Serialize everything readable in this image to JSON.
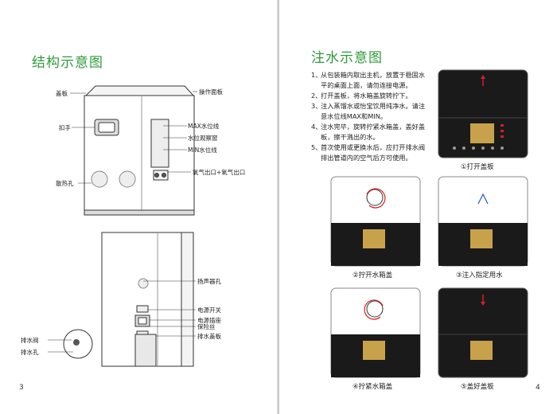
{
  "left_page": {
    "title": "结构示意图",
    "page_number": "3",
    "labels": {
      "lid": "盖板",
      "control_panel_cover": "操作面板",
      "handle": "扣手",
      "max_line": "MAX水位线",
      "window": "水位观察窗",
      "min_line": "MIN水位线",
      "outlet": "氧气出口+氧气出口",
      "vent": "散热孔",
      "speaker": "扬声器孔",
      "power_switch": "电源开关",
      "power_socket": "电源插座",
      "fuse": "保险丝",
      "drain_cover": "排水盖板",
      "drain_valve": "排水阀",
      "drain_hole": "排水孔"
    }
  },
  "right_page": {
    "title": "注水示意图",
    "page_number": "4",
    "steps": [
      {
        "num": "1、",
        "text": "从包装箱内取出主机，放置于稳固水平的桌面上面，请勿连接电源。"
      },
      {
        "num": "2、",
        "text": "打开盖板，将水箱盖旋转拧下。"
      },
      {
        "num": "3、",
        "text": "注入蒸馏水或怡宝饮用纯净水。请注意水位线MAX和MIN。"
      },
      {
        "num": "4、",
        "text": "注水完毕，旋转拧紧水箱盖，盖好盖板，擦干溅出的水。"
      },
      {
        "num": "5、",
        "text": "首次使用或更换水后，应打开排水阀排出管道内的空气后方可使用。"
      }
    ],
    "captions": {
      "open_lid": "①打开盖板",
      "unscrew": "②拧开水箱盖",
      "fill": "③注入指定用水",
      "tighten": "④拧紧水箱盖",
      "close_lid": "⑤盖好盖板"
    }
  },
  "colors": {
    "title_green": "#2e9a3a",
    "panel_black": "#1a1a1a",
    "arrow_red": "#d32020",
    "screen_amber": "#c8a24a"
  }
}
